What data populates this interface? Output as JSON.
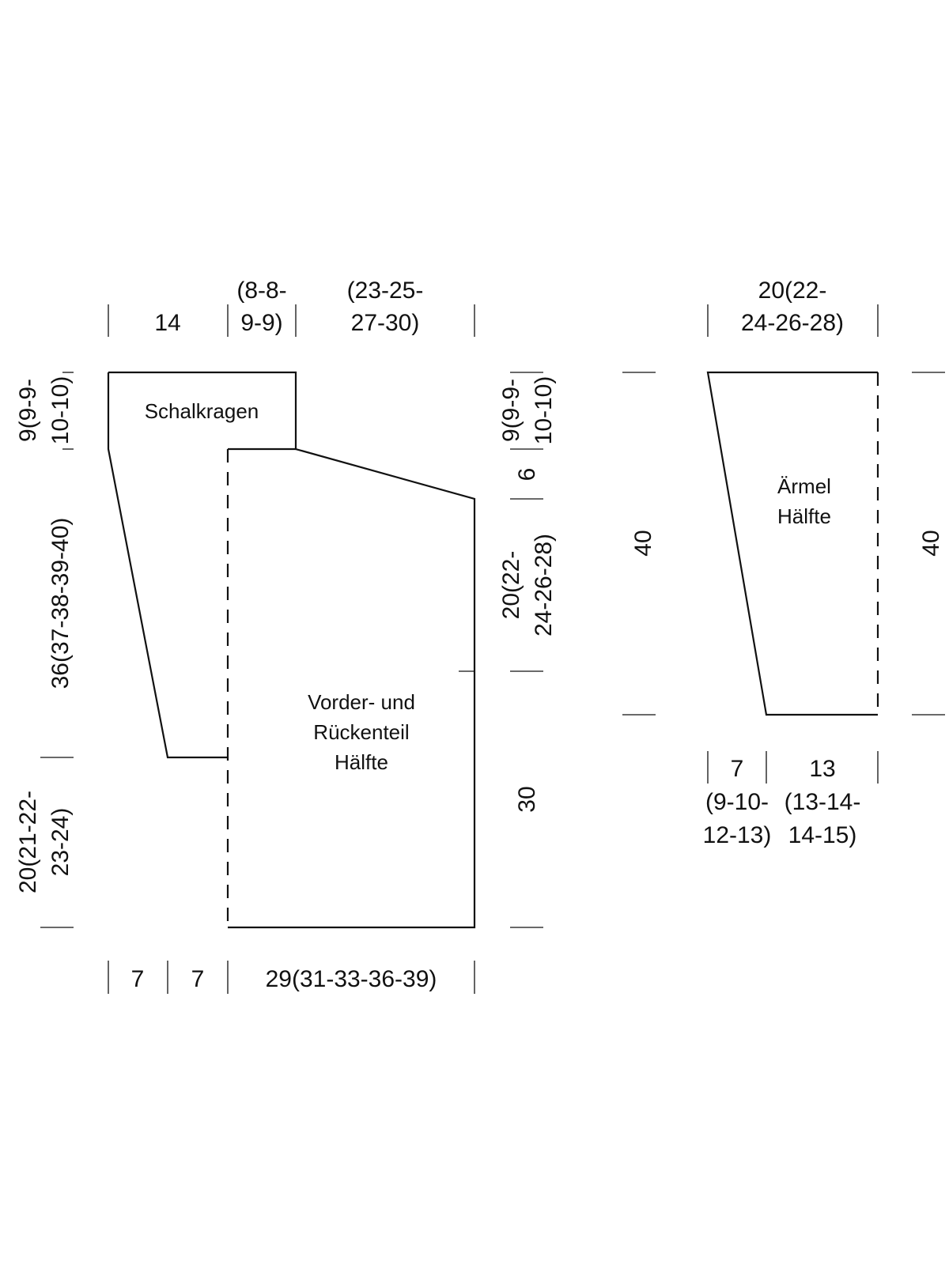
{
  "body": {
    "labels": {
      "collar": "Schalkragen",
      "body_l1": "Vorder- und",
      "body_l2": "Rückenteil",
      "body_l3": "Hälfte",
      "sleeve_l1": "Ärmel",
      "sleeve_l2": "Hälfte"
    },
    "top": {
      "a": "14",
      "b_l1": "(8-8-",
      "b_l2": "9-9)",
      "c_l1": "(23-25-",
      "c_l2": "27-30)"
    },
    "bottom": {
      "a": "7",
      "b": "7",
      "c": "29(31-33-36-39)"
    },
    "left": {
      "a_l1": "9(9-9-",
      "a_l2": "10-10)",
      "b": "36(37-38-39-40)",
      "c_l1": "20(21-22-",
      "c_l2": "23-24)"
    },
    "right": {
      "a_l1": "9(9-9-",
      "a_l2": "10-10)",
      "b": "6",
      "c_l1": "20(22-",
      "c_l2": "24-26-28)",
      "d": "30"
    }
  },
  "sleeve": {
    "top_l1": "20(22-",
    "top_l2": "24-26-28)",
    "left_h": "40",
    "right_h": "40",
    "bottom": {
      "a": "7",
      "a_l2": "(9-10-",
      "a_l3": "12-13)",
      "b": "13",
      "b_l2": "(13-14-",
      "b_l3": "14-15)"
    }
  }
}
